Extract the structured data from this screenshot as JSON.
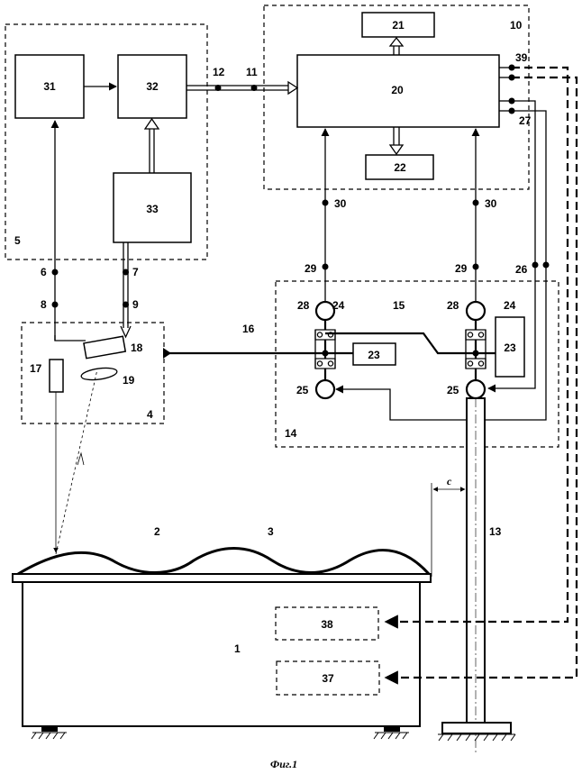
{
  "caption": "Фиг.1",
  "blocks": {
    "b31": "31",
    "b32": "32",
    "b33": "33",
    "b20": "20",
    "b21": "21",
    "b22": "22",
    "b23a": "23",
    "b23b": "23",
    "b38": "38",
    "b37": "37"
  },
  "labels": {
    "l1": "1",
    "l2": "2",
    "l3": "3",
    "l4": "4",
    "l5": "5",
    "l6": "6",
    "l7": "7",
    "l8": "8",
    "l9": "9",
    "l10": "10",
    "l11": "11",
    "l12": "12",
    "l13": "13",
    "l14": "14",
    "l15": "15",
    "l16": "16",
    "l17": "17",
    "l18": "18",
    "l19": "19",
    "l24a": "24",
    "l24b": "24",
    "l25a": "25",
    "l25b": "25",
    "l26": "26",
    "l27": "27",
    "l28a": "28",
    "l28b": "28",
    "l29a": "29",
    "l29b": "29",
    "l30a": "30",
    "l30b": "30",
    "l39": "39",
    "lc": "c"
  }
}
